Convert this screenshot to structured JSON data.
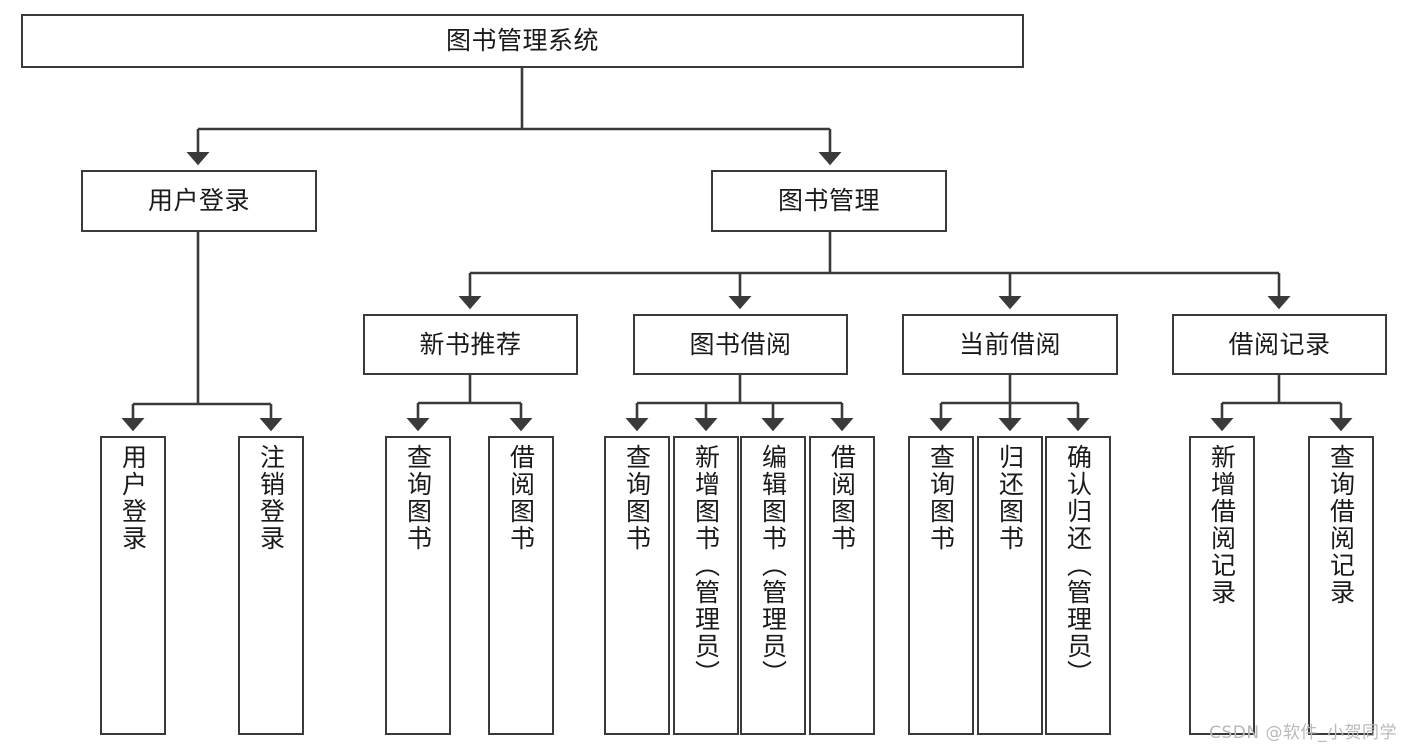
{
  "diagram": {
    "title": "图书管理系统",
    "type": "hierarchy-tree",
    "stroke_color": "#3a3a3a",
    "text_color": "#1a1a1a",
    "background_color": "#ffffff",
    "levels": 4,
    "nodes": {
      "root": {
        "label": "图书管理系统"
      },
      "level2": [
        {
          "id": "user-login",
          "label": "用户登录"
        },
        {
          "id": "book-manage",
          "label": "图书管理"
        }
      ],
      "level3": [
        {
          "id": "new-book-recommend",
          "label": "新书推荐"
        },
        {
          "id": "book-borrow",
          "label": "图书借阅"
        },
        {
          "id": "current-borrow",
          "label": "当前借阅"
        },
        {
          "id": "borrow-record",
          "label": "借阅记录"
        }
      ],
      "leaves": [
        {
          "id": "leaf-user-login",
          "label": "用户登录",
          "parent": "user-login"
        },
        {
          "id": "leaf-user-logout",
          "label": "注销登录",
          "parent": "user-login"
        },
        {
          "id": "leaf-query-book-1",
          "label": "查询图书",
          "parent": "new-book-recommend"
        },
        {
          "id": "leaf-borrow-book-1",
          "label": "借阅图书",
          "parent": "new-book-recommend"
        },
        {
          "id": "leaf-query-book-2",
          "label": "查询图书",
          "parent": "book-borrow"
        },
        {
          "id": "leaf-add-book",
          "label": "新增图书（管理员）",
          "parent": "book-borrow"
        },
        {
          "id": "leaf-edit-book",
          "label": "编辑图书（管理员）",
          "parent": "book-borrow"
        },
        {
          "id": "leaf-borrow-book-2",
          "label": "借阅图书",
          "parent": "book-borrow"
        },
        {
          "id": "leaf-query-book-3",
          "label": "查询图书",
          "parent": "current-borrow"
        },
        {
          "id": "leaf-return-book",
          "label": "归还图书",
          "parent": "current-borrow"
        },
        {
          "id": "leaf-confirm-return",
          "label": "确认归还（管理员）",
          "parent": "current-borrow"
        },
        {
          "id": "leaf-add-record",
          "label": "新增借阅记录",
          "parent": "borrow-record"
        },
        {
          "id": "leaf-query-record",
          "label": "查询借阅记录",
          "parent": "borrow-record"
        }
      ]
    }
  },
  "watermark": {
    "text": "CSDN @软件_小贺同学"
  }
}
